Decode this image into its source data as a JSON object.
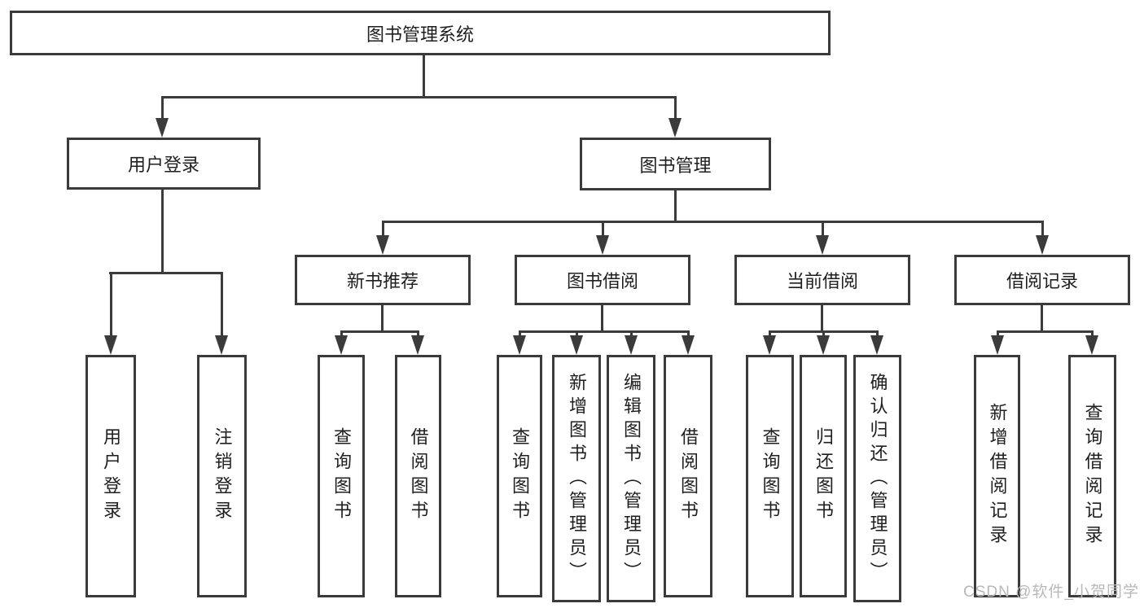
{
  "diagram": {
    "root": {
      "label": "图书管理系统",
      "children": [
        {
          "label": "用户登录",
          "children": [
            {
              "label": "用户登录"
            },
            {
              "label": "注销登录"
            }
          ]
        },
        {
          "label": "图书管理",
          "children": [
            {
              "label": "新书推荐",
              "children": [
                {
                  "label": "查询图书"
                },
                {
                  "label": "借阅图书"
                }
              ]
            },
            {
              "label": "图书借阅",
              "children": [
                {
                  "label": "查询图书"
                },
                {
                  "label": "新增图书（管理员）"
                },
                {
                  "label": "编辑图书（管理员）"
                },
                {
                  "label": "借阅图书"
                }
              ]
            },
            {
              "label": "当前借阅",
              "children": [
                {
                  "label": "查询图书"
                },
                {
                  "label": "归还图书"
                },
                {
                  "label": "确认归还（管理员）"
                }
              ]
            },
            {
              "label": "借阅记录",
              "children": [
                {
                  "label": "新增借阅记录"
                },
                {
                  "label": "查询借阅记录"
                }
              ]
            }
          ]
        }
      ]
    }
  },
  "watermark": {
    "text": "CSDN @软件_小贺同学"
  },
  "colors": {
    "line": "#3b3b3b",
    "text": "#1f1f1f",
    "box_background": "#ffffff",
    "watermark": "#b8b8b8",
    "page_background": "#ffffff"
  }
}
